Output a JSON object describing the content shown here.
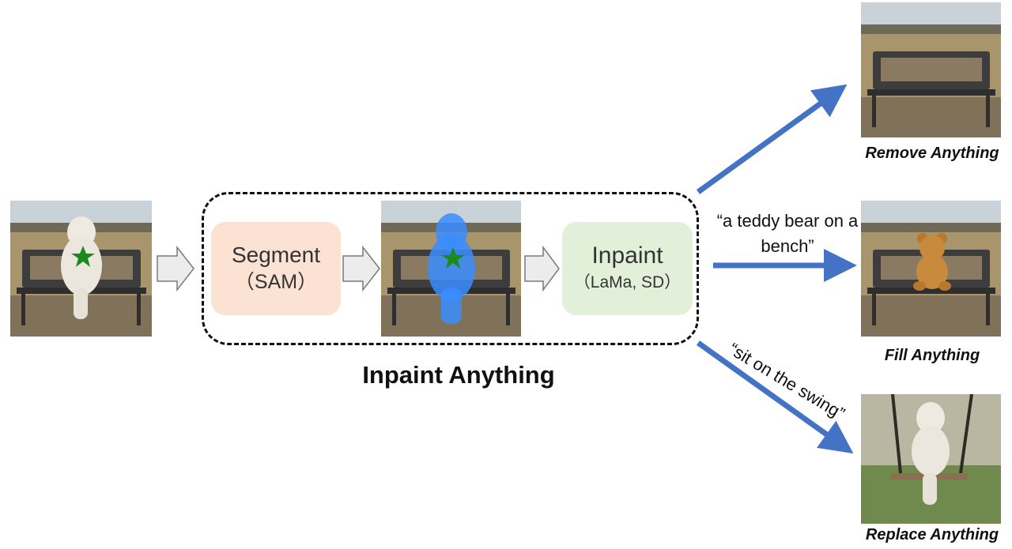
{
  "diagram": {
    "title": "Inpaint Anything",
    "segment_box": {
      "line1": "Segment",
      "line2": "（SAM）"
    },
    "inpaint_box": {
      "line1": "Inpaint",
      "line2": "（LaMa, SD）"
    },
    "prompts": {
      "fill": "“a teddy bear on a bench”",
      "replace": "“sit on the swing”"
    },
    "outputs": {
      "remove": "Remove Anything",
      "fill": "Fill Anything",
      "replace": "Replace Anything"
    },
    "colors": {
      "arrow_blue": "#4472c4",
      "segment_fill": "#fbe2d2",
      "inpaint_fill": "#e2f0d9",
      "mask_blue": "#3a8dff",
      "star_green": "#1a8a1a"
    }
  }
}
